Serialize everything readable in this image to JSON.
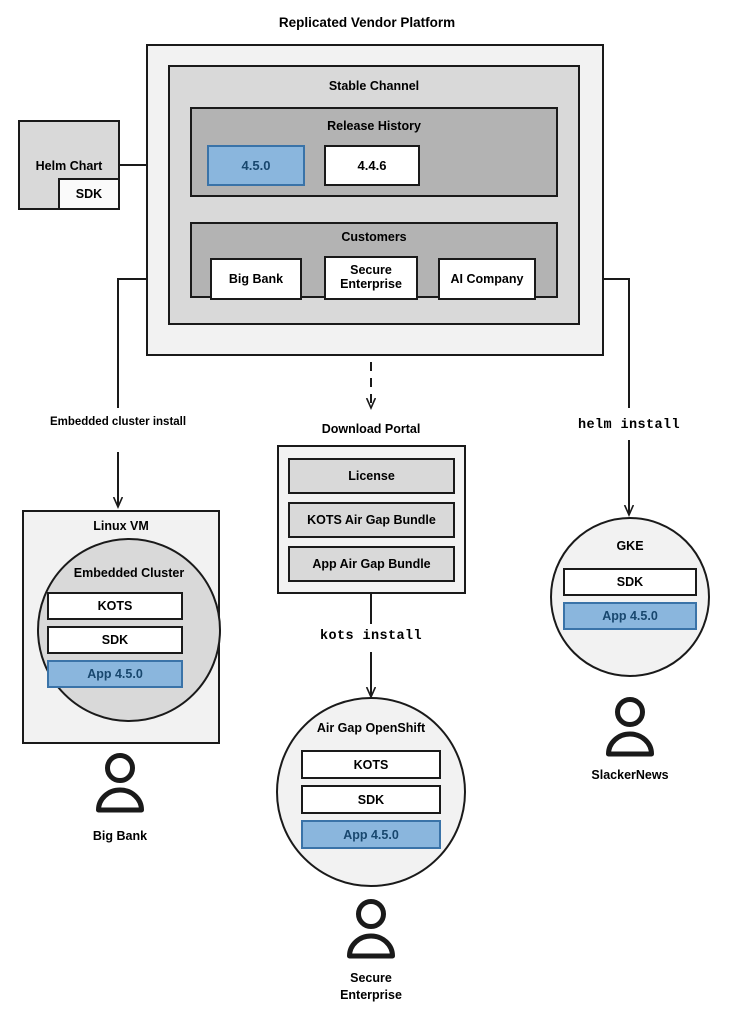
{
  "diagram": {
    "title": "Replicated Vendor Platform",
    "platform": {
      "channel_label": "Stable Channel",
      "release_history": {
        "label": "Release History",
        "releases": [
          {
            "version": "4.5.0",
            "state": "current",
            "color": "#8ab6dd"
          },
          {
            "version": "4.4.6",
            "state": "previous",
            "color": "#ffffff"
          }
        ]
      },
      "customers": {
        "label": "Customers",
        "items": [
          {
            "name": "Big Bank"
          },
          {
            "name": "Secure Enterprise"
          },
          {
            "name": "AI Company"
          }
        ]
      }
    },
    "source": {
      "label": "Helm Chart",
      "nested_label": "SDK"
    },
    "edges": [
      {
        "label": "Embedded cluster install",
        "from": "Big Bank",
        "to": "Linux VM",
        "style": "solid"
      },
      {
        "label": "Download Portal",
        "from": "Secure Enterprise",
        "to": "Download Portal",
        "style": "dashed"
      },
      {
        "label": "helm install",
        "from": "AI Company",
        "to": "GKE",
        "style": "solid",
        "font": "mono"
      },
      {
        "label": "kots install",
        "from": "Download Portal",
        "to": "Air Gap OpenShift",
        "style": "solid",
        "font": "mono"
      }
    ],
    "targets": [
      {
        "id": "linux-vm",
        "shape": "box",
        "label": "Linux VM",
        "inner_label": "Embedded Cluster",
        "components": [
          {
            "name": "KOTS",
            "color": "#ffffff"
          },
          {
            "name": "SDK",
            "color": "#ffffff"
          },
          {
            "name": "App 4.5.0",
            "color": "#8ab6dd"
          }
        ],
        "owner": "Big Bank"
      },
      {
        "id": "download-portal",
        "shape": "box",
        "label": "Download Portal",
        "components": [
          {
            "name": "License",
            "color": "#d9d9d9"
          },
          {
            "name": "KOTS Air Gap Bundle",
            "color": "#d9d9d9"
          },
          {
            "name": "App Air Gap Bundle",
            "color": "#d9d9d9"
          }
        ]
      },
      {
        "id": "air-gap-openshift",
        "shape": "circle",
        "label": "Air Gap OpenShift",
        "components": [
          {
            "name": "KOTS",
            "color": "#ffffff"
          },
          {
            "name": "SDK",
            "color": "#ffffff"
          },
          {
            "name": "App 4.5.0",
            "color": "#8ab6dd"
          }
        ],
        "owner": "Secure Enterprise"
      },
      {
        "id": "gke",
        "shape": "circle",
        "label": "GKE",
        "components": [
          {
            "name": "SDK",
            "color": "#ffffff"
          },
          {
            "name": "App 4.5.0",
            "color": "#8ab6dd"
          }
        ],
        "owner": "SlackerNews"
      }
    ],
    "owners": [
      {
        "name": "Big Bank"
      },
      {
        "name": "Secure\nEnterprise",
        "line1": "Secure",
        "line2": "Enterprise"
      },
      {
        "name": "SlackerNews"
      }
    ],
    "colors": {
      "accent_blue": "#8ab6dd",
      "accent_blue_border": "#3a73a8",
      "accent_blue_text": "#18476e",
      "outer_gray": "#f2f2f2",
      "mid_gray": "#d9d9d9",
      "inner_gray": "#b3b3b3",
      "stroke": "#1a1a1a"
    }
  }
}
